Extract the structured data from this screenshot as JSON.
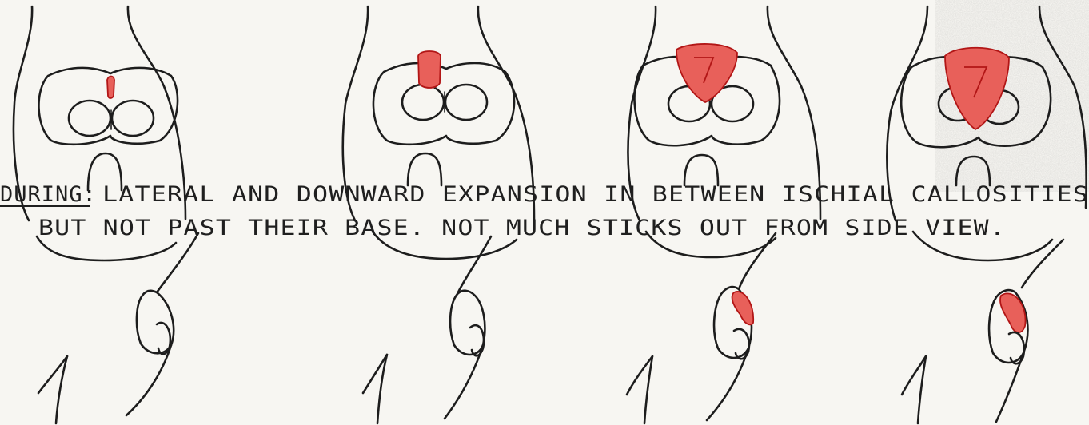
{
  "caption": {
    "line1_heading": "DURING:",
    "line1_rest": "LATERAL AND DOWNWARD EXPANSION IN BETWEEN ISCHIAL CALLOSITIES",
    "line2": "BUT NOT PAST THEIR BASE. NOT MUCH STICKS OUT FROM SIDE VIEW."
  },
  "colors": {
    "ink": "#1d1d1d",
    "paper": "#f7f6f2",
    "swelling_fill": "#e8605a",
    "swelling_stroke": "#b21616",
    "hatch_fill": "#d9d6cf"
  },
  "panels": {
    "rear_views": [
      {
        "stage": 1,
        "swelling_level": 0.1,
        "hatch_density": "light"
      },
      {
        "stage": 2,
        "swelling_level": 0.35,
        "hatch_density": "light"
      },
      {
        "stage": 3,
        "swelling_level": 0.7,
        "hatch_density": "dense"
      },
      {
        "stage": 4,
        "swelling_level": 1.0,
        "hatch_density": "dense"
      }
    ],
    "side_views": [
      {
        "stage": 1,
        "swelling_level": 0
      },
      {
        "stage": 2,
        "swelling_level": 0
      },
      {
        "stage": 3,
        "swelling_level": 0.6
      },
      {
        "stage": 4,
        "swelling_level": 1.0
      }
    ]
  }
}
